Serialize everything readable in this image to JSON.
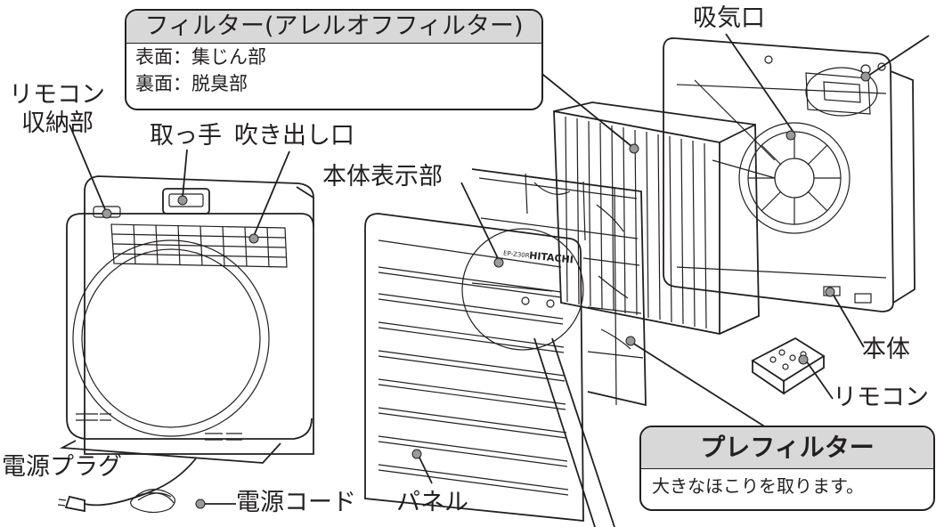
{
  "labels": {
    "remote_storage_1": "リモコン",
    "remote_storage_2": "収納部",
    "handle": "取っ手",
    "outlet": "吹き出し口",
    "display": "本体表示部",
    "inlet": "吸気口",
    "main_body": "本体",
    "remote": "リモコン",
    "power_plug": "電源プラグ",
    "power_cord": "電源コード",
    "panel": "パネル"
  },
  "filter_box": {
    "title": "フィルター(アレルオフフィルター)",
    "line1": "表面：集じん部",
    "line2": "裏面：脱臭部"
  },
  "prefilter_box": {
    "title": "プレフィルター",
    "desc": "大きなほこりを取ります。"
  },
  "panel_print": {
    "brand": "HITACHI",
    "model": "EP-Z30R"
  },
  "colors": {
    "line": "#231f20",
    "header_fill": "#d8d8d8",
    "dot": "#9a9a9a"
  }
}
